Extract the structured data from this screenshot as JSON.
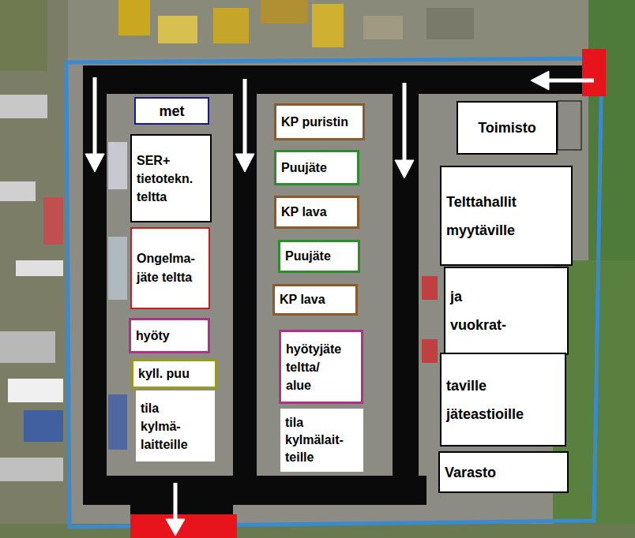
{
  "diagram": {
    "nodes": [
      {
        "text": [
          "met"
        ]
      },
      {
        "text": [
          "SER+ tietotekn. teltta"
        ]
      },
      {
        "text": [
          "Ongelma- jäte teltta"
        ]
      },
      {
        "text": [
          "hyöty"
        ]
      },
      {
        "text": [
          "kyll. puu"
        ]
      },
      {
        "text": [
          "tila kylmä- laitteille"
        ]
      },
      {
        "text": [
          "KP puristin"
        ]
      },
      {
        "text": [
          "Puujäte"
        ]
      },
      {
        "text": [
          "KP lava"
        ]
      },
      {
        "text": [
          "Puujäte"
        ]
      },
      {
        "text": [
          "KP lava"
        ]
      },
      {
        "text": [
          "hyötyjäte teltta/ alue"
        ]
      },
      {
        "text": [
          "tila kylmälait- teille"
        ]
      },
      {
        "text": [
          "Toimisto"
        ]
      },
      {
        "text": [
          "Telttahallit myytäville"
        ]
      },
      {
        "text": [
          "ja vuokrat-"
        ]
      },
      {
        "text": [
          "taville jäteastioille"
        ]
      },
      {
        "text": [
          "Varasto"
        ]
      }
    ]
  }
}
